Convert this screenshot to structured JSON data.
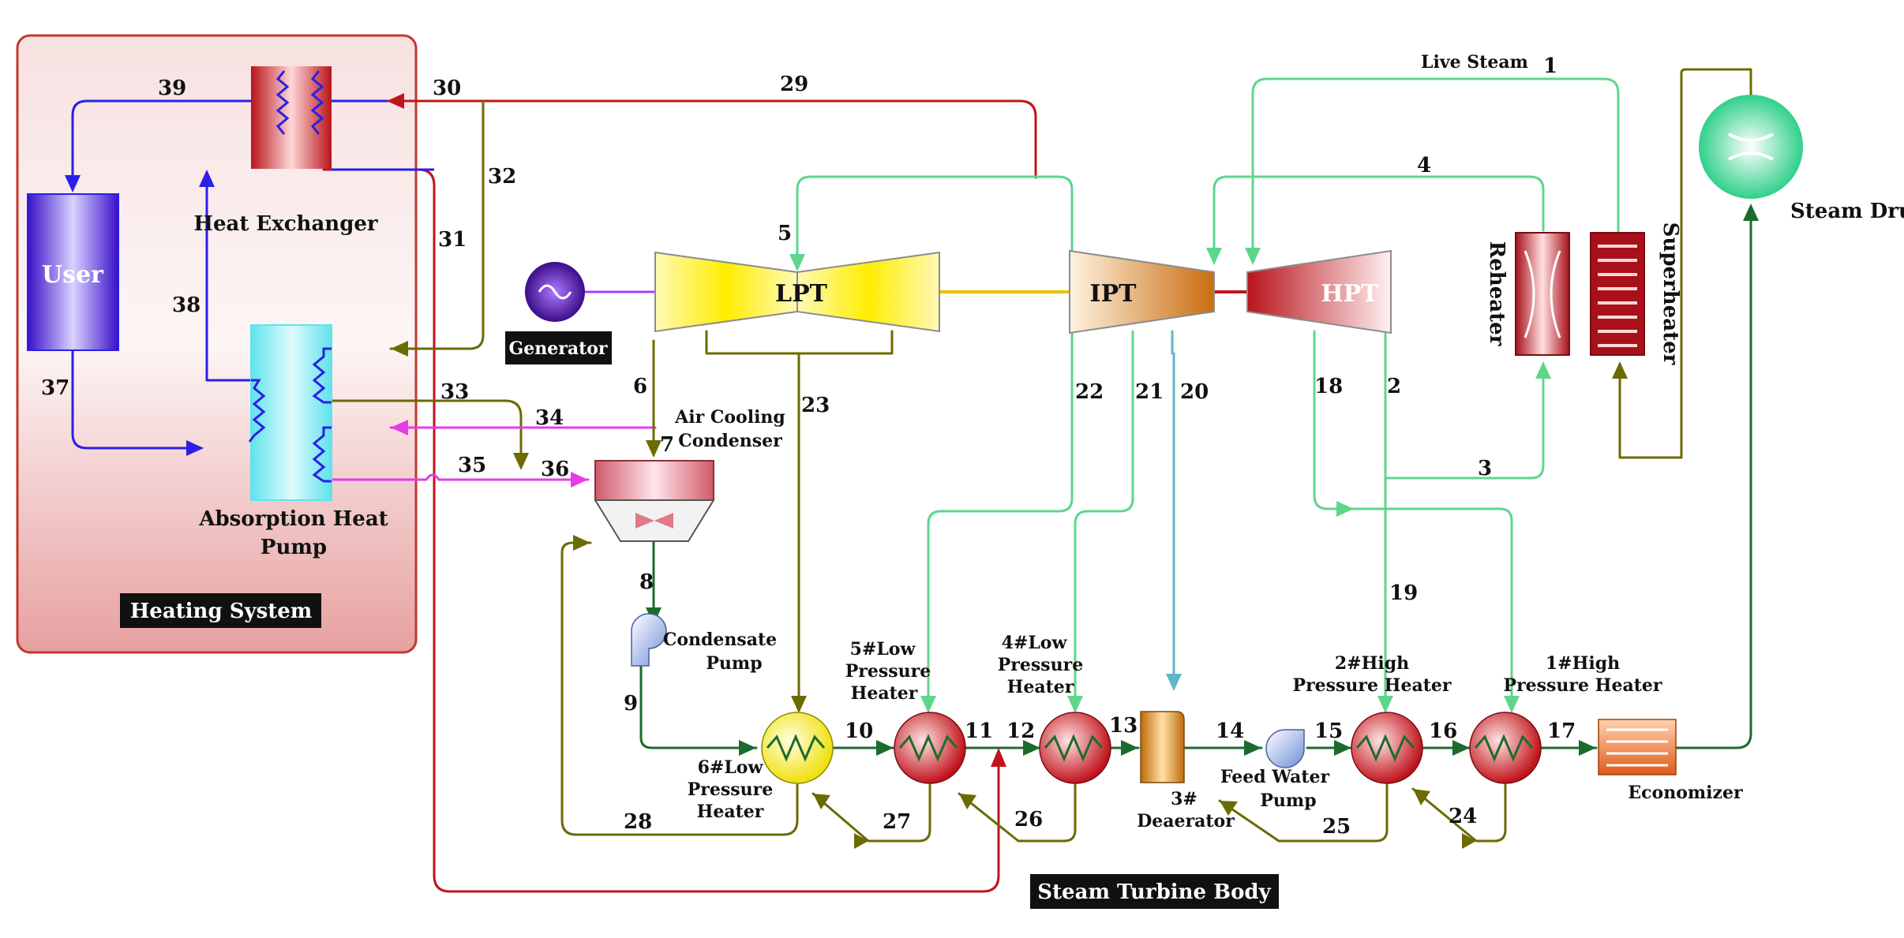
{
  "components": {
    "user": "User",
    "heat_exchanger": "Heat Exchanger",
    "absorption_heat_pump_1": "Absorption Heat",
    "absorption_heat_pump_2": "Pump",
    "heating_system": "Heating System",
    "generator": "Generator",
    "lpt": "LPT",
    "ipt": "IPT",
    "hpt": "HPT",
    "live_steam": "Live Steam",
    "reheater": "Reheater",
    "superheater": "Superheater",
    "steam_drum": "Steam Drum",
    "air_cooling_condenser_1": "Air Cooling",
    "air_cooling_condenser_2": "Condenser",
    "condensate_pump_1": "Condensate",
    "condensate_pump_2": "Pump",
    "heater6_1": "6#Low",
    "heater6_2": "Pressure",
    "heater6_3": "Heater",
    "heater5_1": "5#Low",
    "heater5_2": "Pressure",
    "heater5_3": "Heater",
    "heater4_1": "4#Low",
    "heater4_2": "Pressure",
    "heater4_3": "Heater",
    "deaerator_1": "3#",
    "deaerator_2": "Deaerator",
    "feed_water_pump_1": "Feed Water",
    "feed_water_pump_2": "Pump",
    "heater2_1": "2#High",
    "heater2_2": "Pressure Heater",
    "heater1_1": "1#High",
    "heater1_2": "Pressure Heater",
    "economizer": "Economizer",
    "steam_turbine_body": "Steam Turbine Body"
  },
  "streams": {
    "s1": "1",
    "s2": "2",
    "s3": "3",
    "s4": "4",
    "s5": "5",
    "s6": "6",
    "s7": "7",
    "s8": "8",
    "s9": "9",
    "s10": "10",
    "s11": "11",
    "s12": "12",
    "s13": "13",
    "s14": "14",
    "s15": "15",
    "s16": "16",
    "s17": "17",
    "s18": "18",
    "s19": "19",
    "s20": "20",
    "s21": "21",
    "s22": "22",
    "s23": "23",
    "s24": "24",
    "s25": "25",
    "s26": "26",
    "s27": "27",
    "s28": "28",
    "s29": "29",
    "s30": "30",
    "s31": "31",
    "s32": "32",
    "s33": "33",
    "s34": "34",
    "s35": "35",
    "s36": "36",
    "s37": "37",
    "s38": "38",
    "s39": "39"
  },
  "colors": {
    "live_steam_pipe": "#5dd68c",
    "feedwater_pipe": "#1d6b2c",
    "drain_pipe": "#6b6b00",
    "heat_network_pipe": "#c0141c",
    "user_loop_pipe": "#2b1fe8",
    "cooling_pipe": "#e63ce6",
    "deaerator_extraction_pipe": "#5fb8c8"
  }
}
